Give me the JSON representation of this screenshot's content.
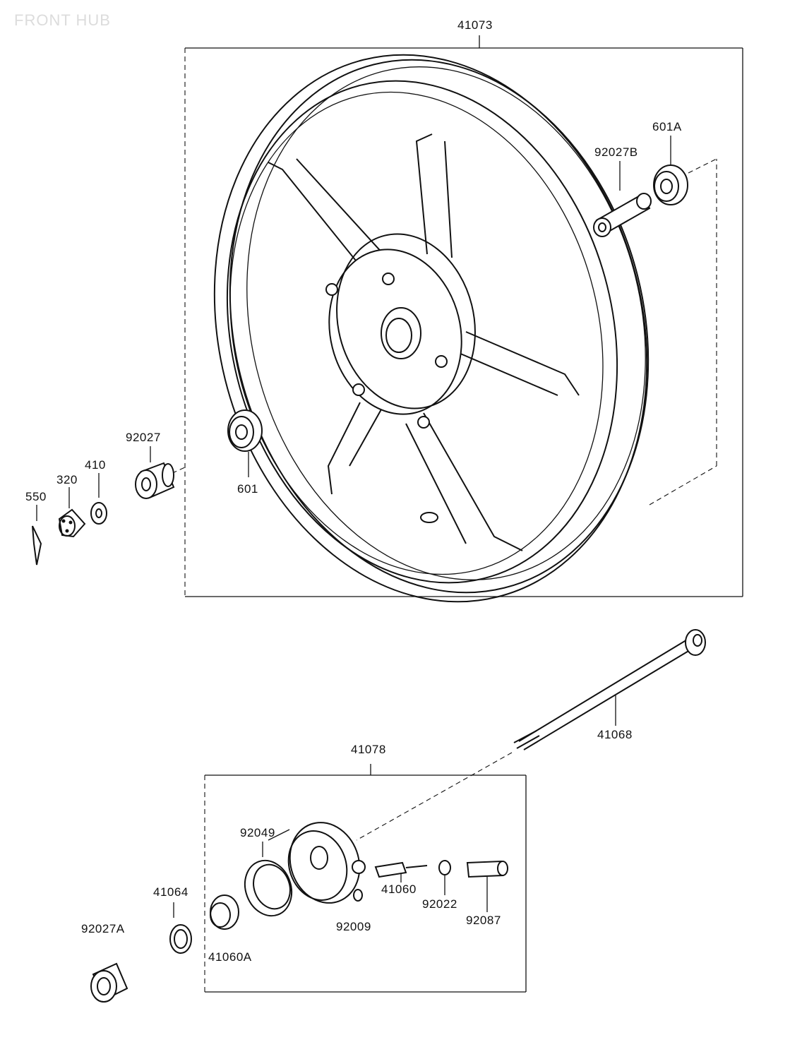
{
  "title": "FRONT HUB",
  "labels": {
    "p41073": "41073",
    "p601A": "601A",
    "p92027B": "92027B",
    "p92027": "92027",
    "p410": "410",
    "p320": "320",
    "p550": "550",
    "p601": "601",
    "p41068": "41068",
    "p41078": "41078",
    "p92049": "92049",
    "p41064": "41064",
    "p92027A": "92027A",
    "p41060A": "41060A",
    "p41060": "41060",
    "p92009": "92009",
    "p92022": "92022",
    "p92087": "92087"
  },
  "colors": {
    "line": "#111111",
    "title": "#dcdcdc",
    "background": "#ffffff"
  }
}
